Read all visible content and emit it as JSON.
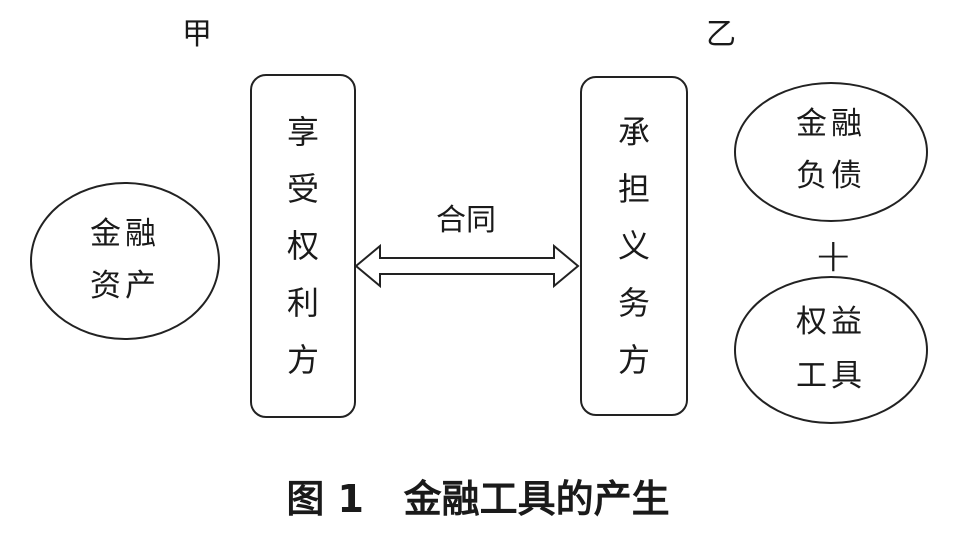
{
  "party_a": {
    "label": "甲"
  },
  "party_b": {
    "label": "乙"
  },
  "financial_asset": {
    "line1": "金融",
    "line2": "资产"
  },
  "rights_holder": {
    "text": "享受权利方"
  },
  "contract": {
    "label": "合同"
  },
  "obligor": {
    "text": "承担义务方"
  },
  "financial_liability": {
    "line1": "金融",
    "line2": "负债"
  },
  "plus_sign": {
    "symbol": "+"
  },
  "equity_instrument": {
    "line1": "权益",
    "line2": "工具"
  },
  "caption": {
    "text": "图 1   金融工具的产生"
  }
}
